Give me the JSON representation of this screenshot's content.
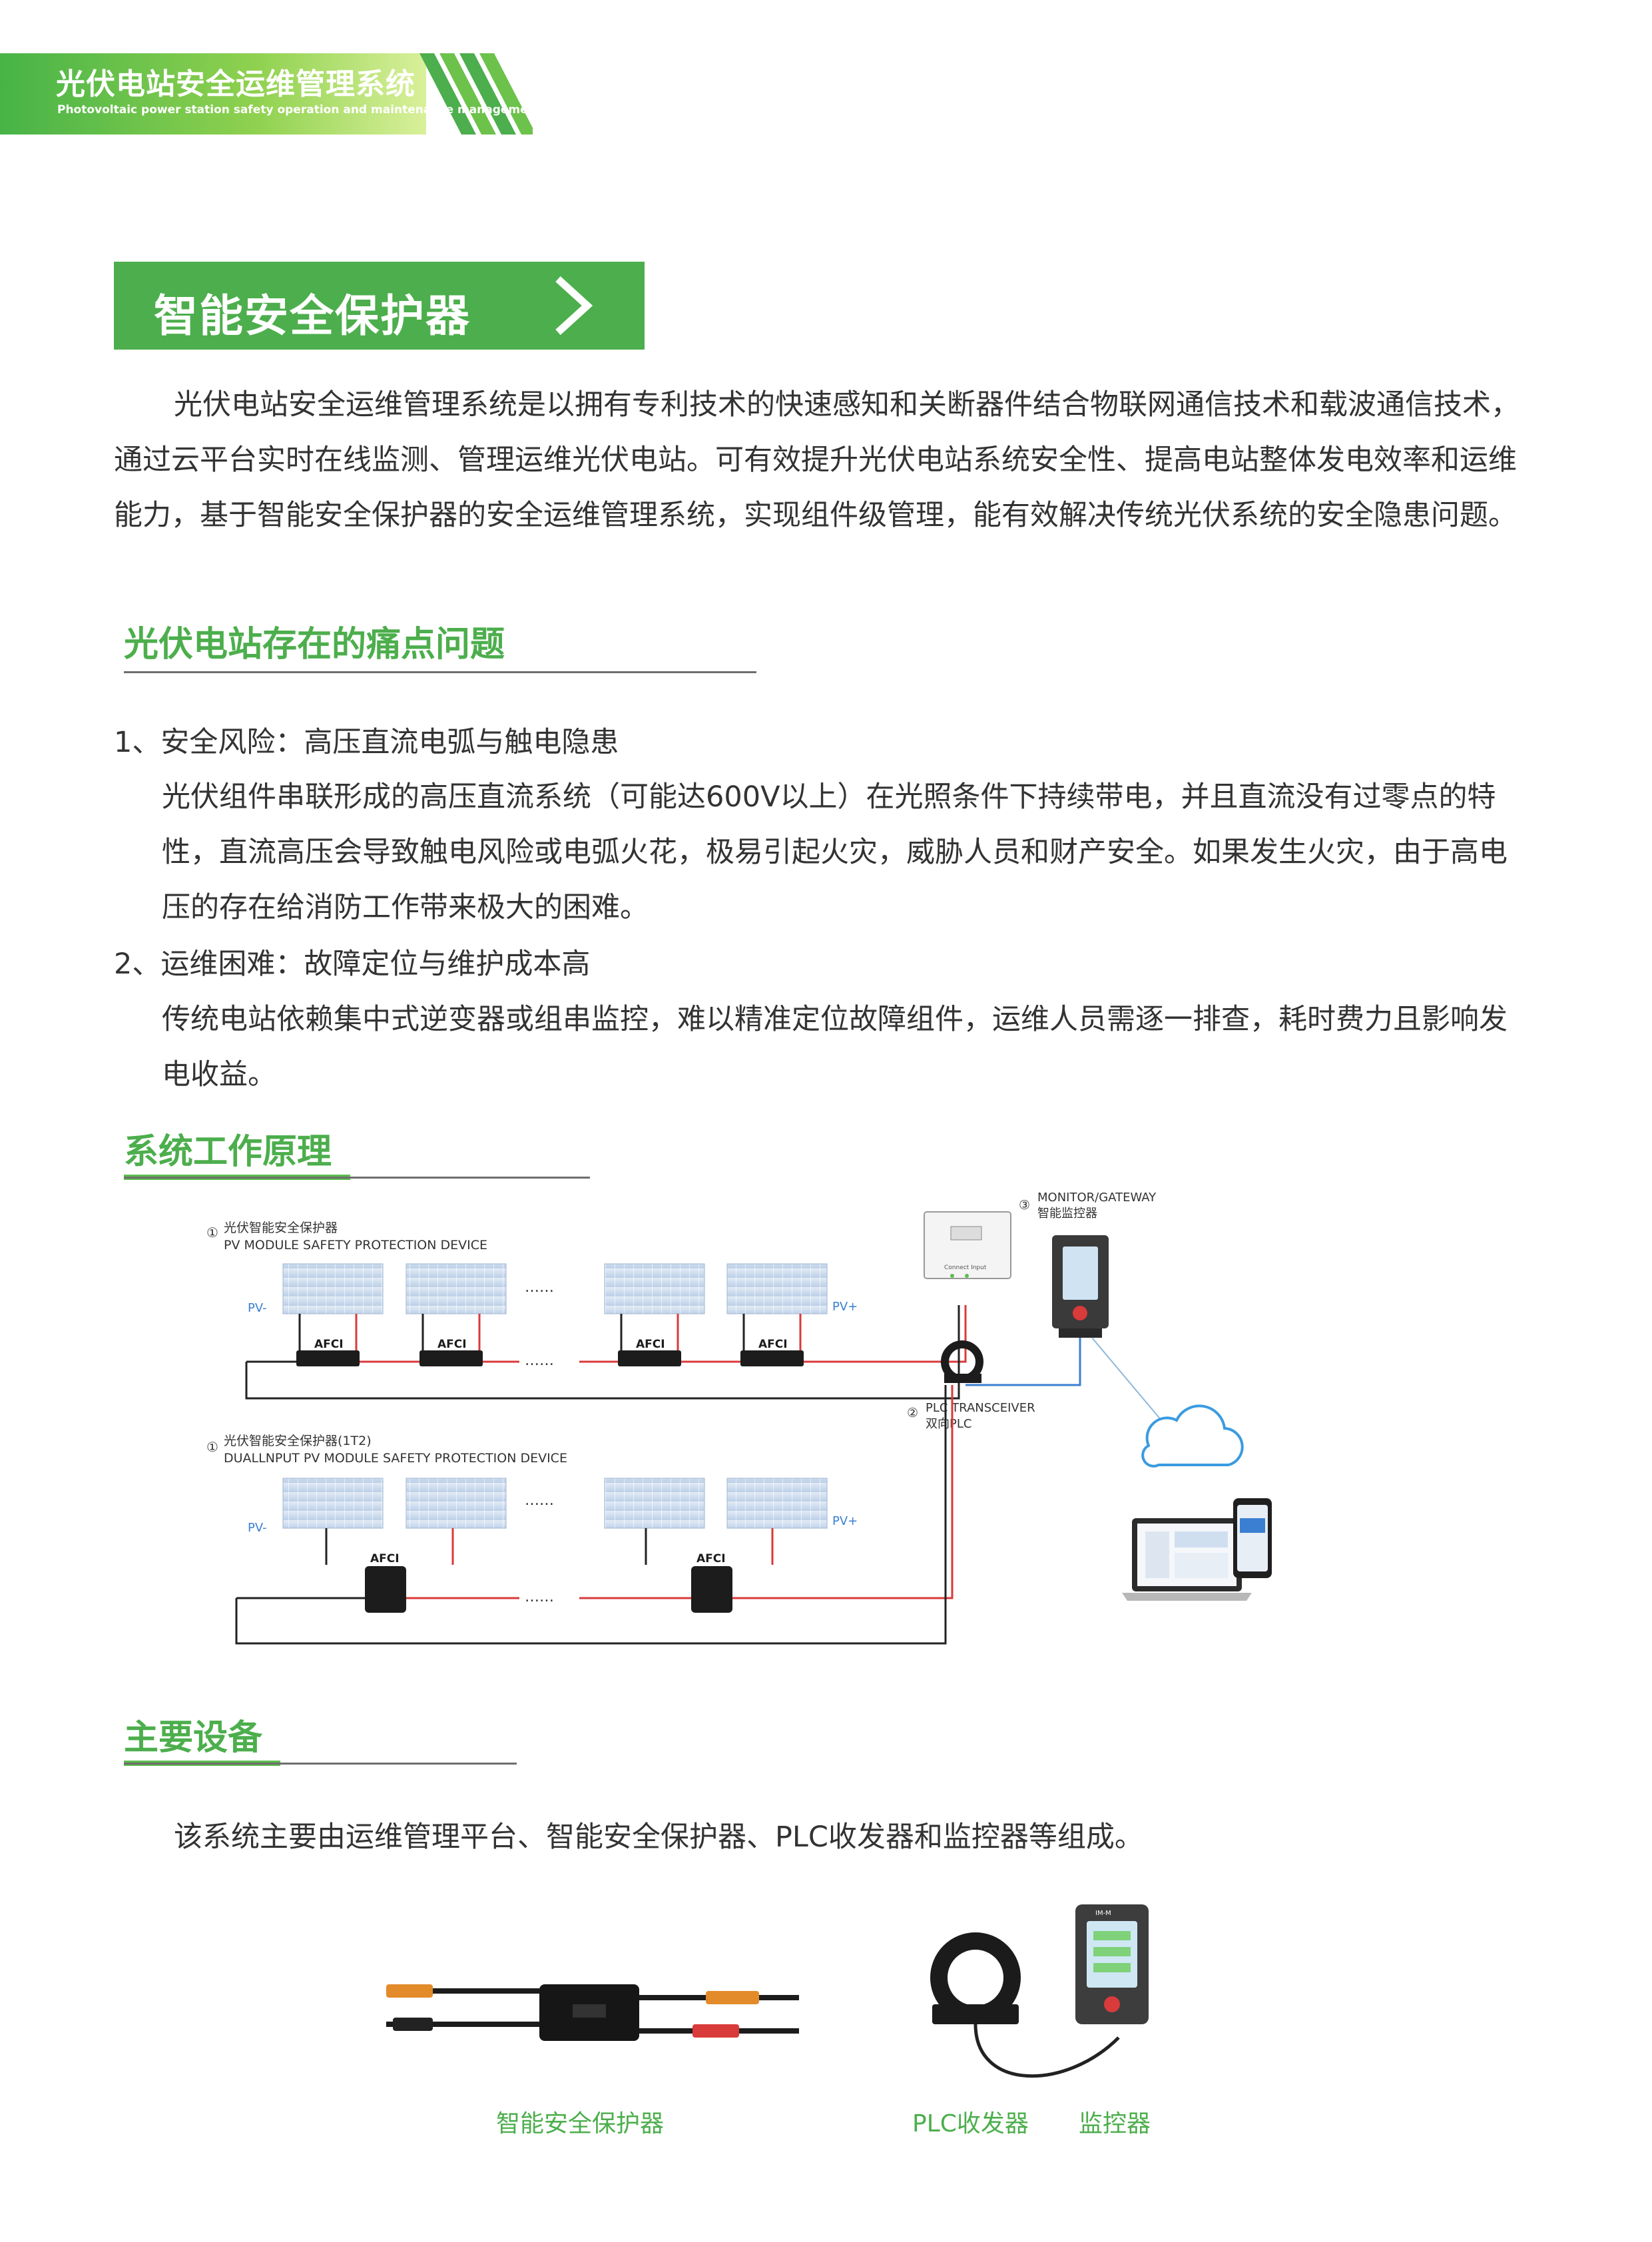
{
  "banner": {
    "title": "光伏电站安全运维管理系统",
    "subtitle": "Photovoltaic power station safety operation and maintenance management system"
  },
  "section": {
    "title": "智能安全保护器"
  },
  "intro": "光伏电站安全运维管理系统是以拥有专利技术的快速感知和关断器件结合物联网通信技术和载波通信技术，通过云平台实时在线监测、管理运维光伏电站。可有效提升光伏电站系统安全性、提高电站整体发电效率和运维能力，基于智能安全保护器的安全运维管理系统，实现组件级管理，能有效解决传统光伏系统的安全隐患问题。",
  "pain": {
    "heading": "光伏电站存在的痛点问题",
    "items": [
      {
        "title": "1、安全风险：高压直流电弧与触电隐患",
        "body": "光伏组件串联形成的高压直流系统（可能达600V以上）在光照条件下持续带电，并且直流没有过零点的特性，直流高压会导致触电风险或电弧火花，极易引起火灾，威胁人员和财产安全。如果发生火灾，由于高电压的存在给消防工作带来极大的困难。"
      },
      {
        "title": "2、运维困难：故障定位与维护成本高",
        "body": "传统电站依赖集中式逆变器或组串监控，难以精准定位故障组件，运维人员需逐一排查，耗时费力且影响发电收益。"
      }
    ]
  },
  "principle": {
    "heading": "系统工作原理",
    "diagram": {
      "label1_num": "①",
      "label1_cn": "光伏智能安全保护器",
      "label1_en": "PV MODULE SAFETY PROTECTION DEVICE",
      "label2_num": "①",
      "label2_cn": "光伏智能安全保护器(1T2)",
      "label2_en": "DUALLNPUT PV MODULE SAFETY PROTECTION DEVICE",
      "pv_minus": "PV-",
      "pv_plus": "PV+",
      "afci": "AFCI",
      "dots": "……",
      "inverter_label": "Connect Input",
      "plc_num": "②",
      "plc_en": "PLC TRANSCEIVER",
      "plc_cn": "双向PLC",
      "monitor_num": "③",
      "monitor_en": "MONITOR/GATEWAY",
      "monitor_cn": "智能监控器",
      "monitor_device_label": "IM-M",
      "wire_red": "#d93a3a",
      "wire_black": "#222222",
      "wire_blue": "#3a7fd1"
    }
  },
  "equipment": {
    "heading": "主要设备",
    "body": "该系统主要由运维管理平台、智能安全保护器、PLC收发器和监控器等组成。",
    "captions": [
      "智能安全保护器",
      "PLC收发器",
      "监控器"
    ]
  },
  "colors": {
    "green": "#4cae4c",
    "light_green": "#8fd14f"
  }
}
